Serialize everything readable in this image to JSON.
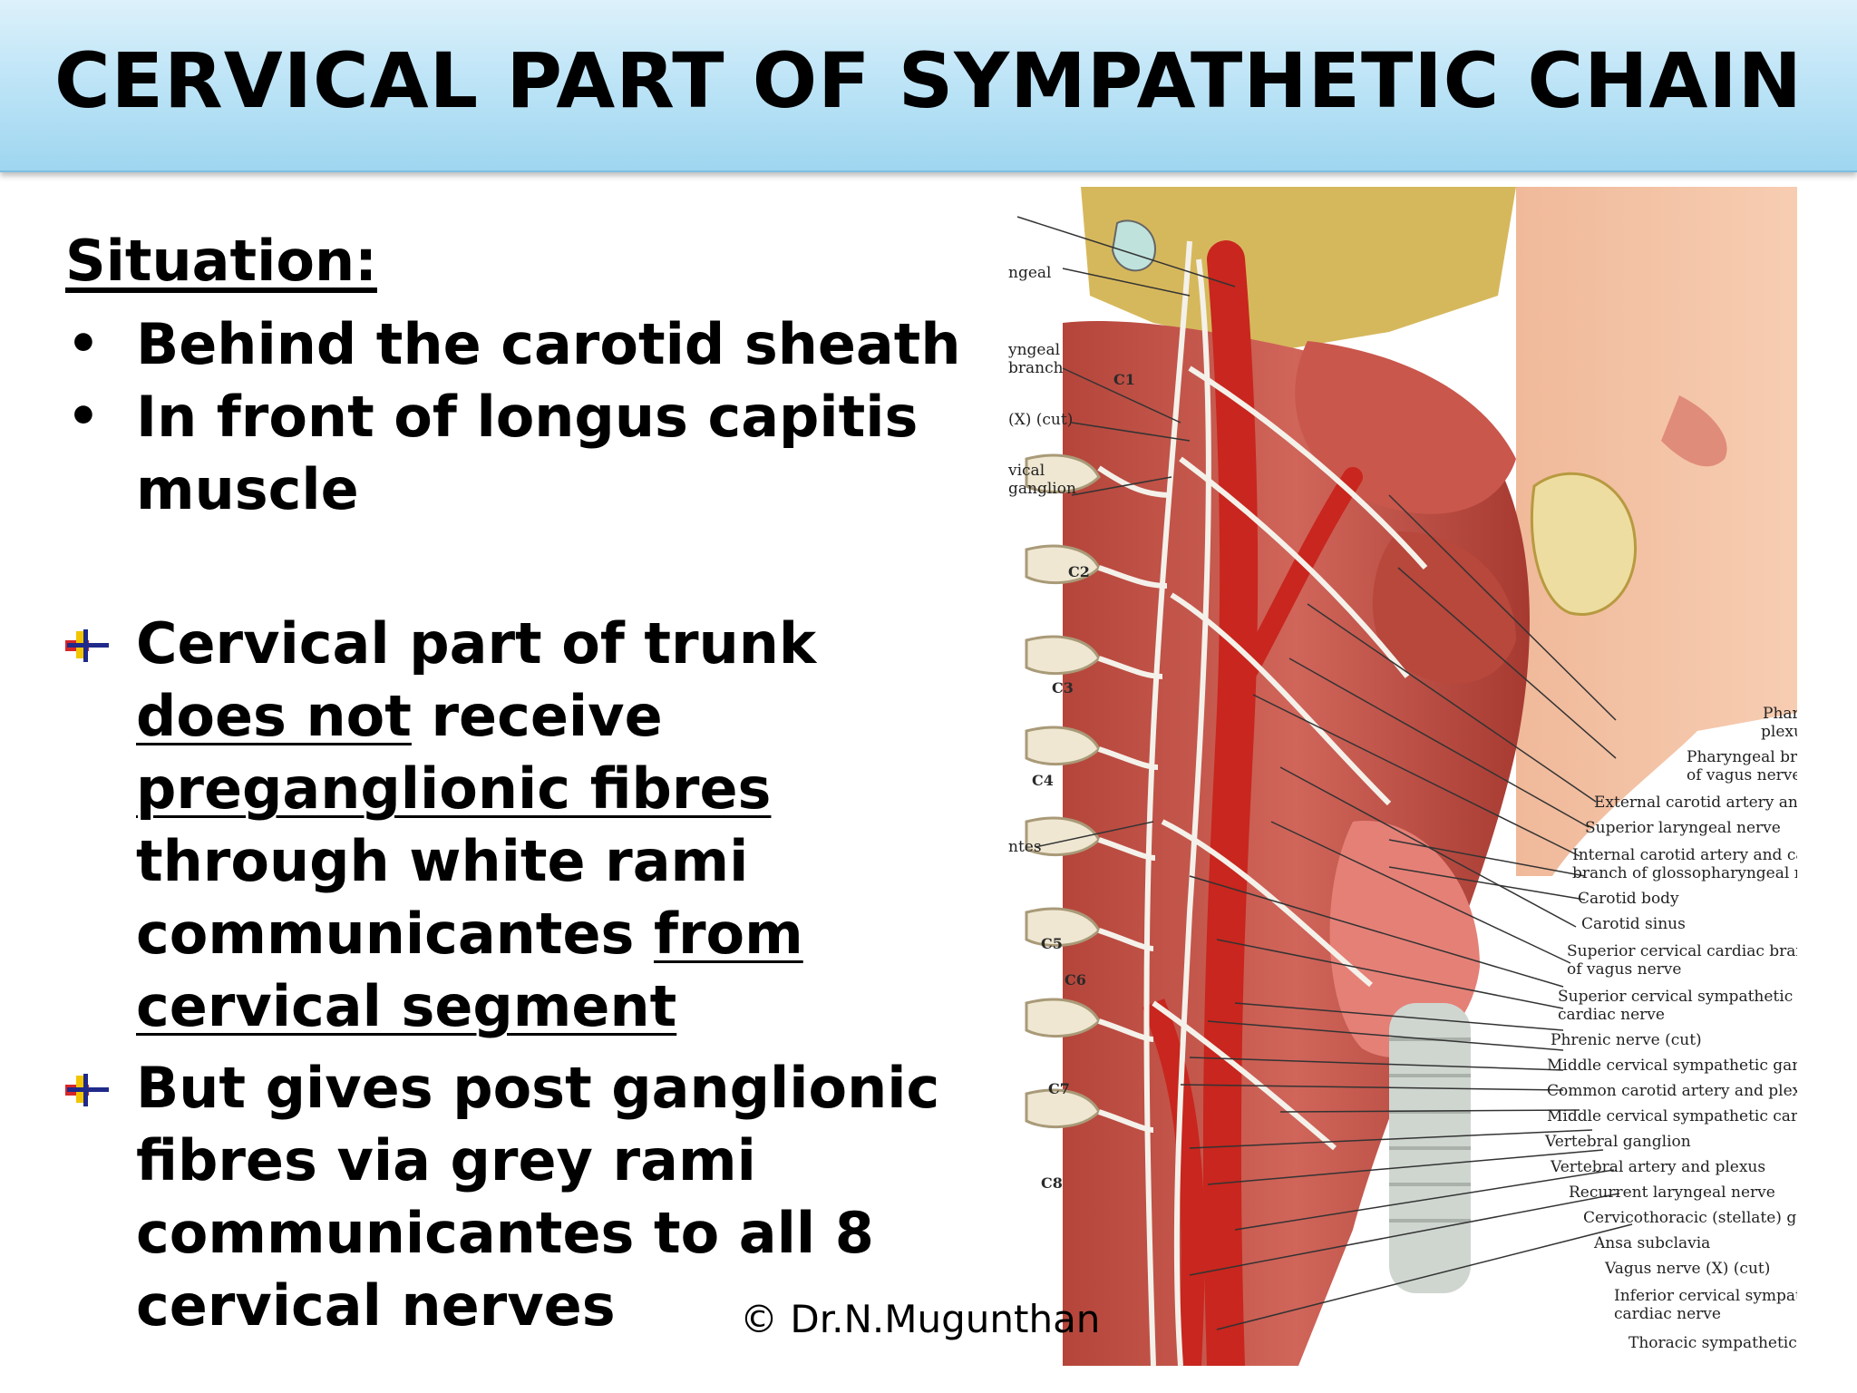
{
  "title": "CERVICAL PART OF SYMPATHETIC CHAIN",
  "situation": {
    "heading": "Situation:",
    "bullets": [
      "Behind the carotid sheath",
      "In front of longus capitis muscle"
    ]
  },
  "point1": {
    "t1": "Cervical part of trunk ",
    "u1": "does not",
    "t2": " receive ",
    "u2": "preganglionic fibres ",
    "t3": "through white rami communicantes ",
    "u3": "from cervical segment"
  },
  "point2": {
    "text": "But gives post ganglionic fibres via grey rami communicantes  to all 8 cervical nerves"
  },
  "copyright": "© Dr.N.Mugunthan",
  "figure": {
    "left_labels": [
      "ngeal",
      "yngeal",
      "branch",
      "(X) (cut)",
      "vical",
      "ganglion",
      "ntes"
    ],
    "segments": [
      "C1",
      "C2",
      "C3",
      "C4",
      "C5",
      "C6",
      "C7",
      "C8"
    ],
    "right_labels": [
      "Pharyr",
      "plexus",
      "Pharyngeal brancl",
      "of vagus nerve",
      "External carotid artery and ple",
      "Superior laryngeal nerve",
      "Internal carotid artery and carotid",
      "branch of glossopharyngeal nerve",
      "Carotid body",
      "Carotid sinus",
      "Superior cervical cardiac branch",
      "of vagus nerve",
      "Superior cervical sympathetic",
      "cardiac nerve",
      "Phrenic nerve (cut)",
      "Middle cervical sympathetic ganglion",
      "Common carotid artery and plexus",
      "Middle cervical sympathetic cardiac n",
      "Vertebral ganglion",
      "Vertebral artery and plexus",
      "Recurrent laryngeal nerve",
      "Cervicothoracic (stellate) gangli",
      "Ansa subclavia",
      "Vagus nerve (X) (cut)",
      "Inferior cervical sympathet",
      "cardiac nerve",
      "Thoracic sympathetic an"
    ]
  }
}
